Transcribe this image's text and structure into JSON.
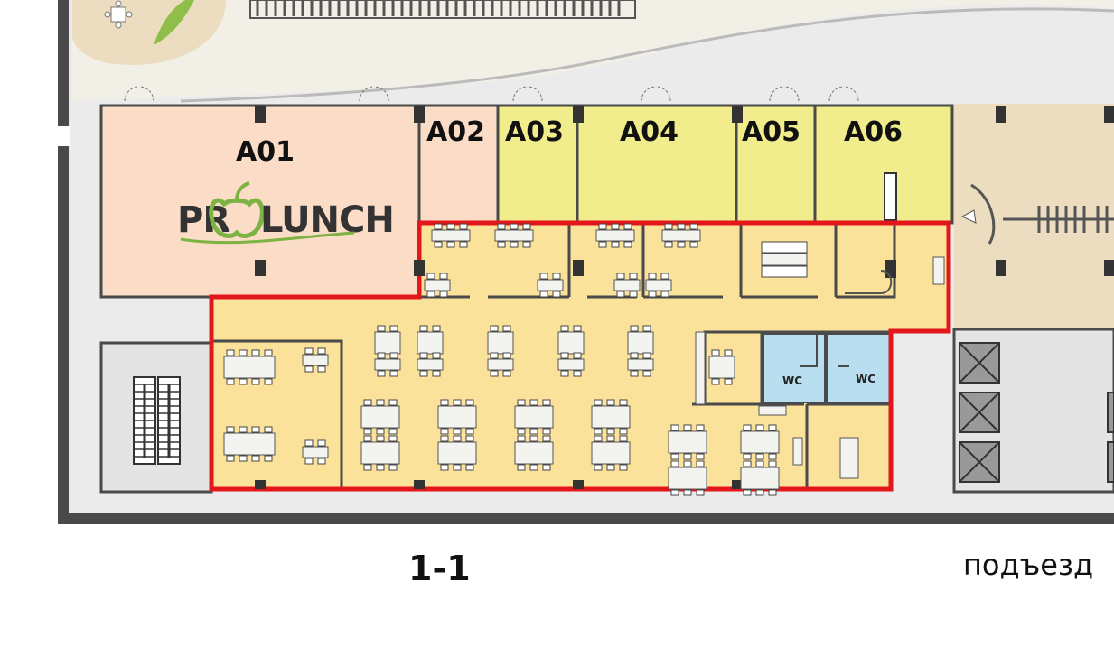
{
  "units": [
    {
      "id": "A01",
      "label": "A01",
      "color": "#fbdcc7"
    },
    {
      "id": "A02",
      "label": "A02",
      "color": "#fbdcc7"
    },
    {
      "id": "A03",
      "label": "A03",
      "color": "#f1ec8c"
    },
    {
      "id": "A04",
      "label": "A04",
      "color": "#f1ec8c"
    },
    {
      "id": "A05",
      "label": "A05",
      "color": "#f1ec8c"
    },
    {
      "id": "A06",
      "label": "A06",
      "color": "#f1ec8c"
    }
  ],
  "logo": {
    "text_left": "PR",
    "text_right": "LUNCH",
    "icon": "apple-icon",
    "accent": "#7cb342"
  },
  "wc": [
    "WC",
    "WC"
  ],
  "section_label": "1-1",
  "entrance_label": "подъезд",
  "colors": {
    "highlight_outline": "#e3161b",
    "office_fill": "#fbe29a",
    "wc_fill": "#b8def0",
    "wall": "#4a4a4a",
    "corridor": "#e6e6e6",
    "plaza": "#f2efe6",
    "sand": "#ecdcc0"
  }
}
